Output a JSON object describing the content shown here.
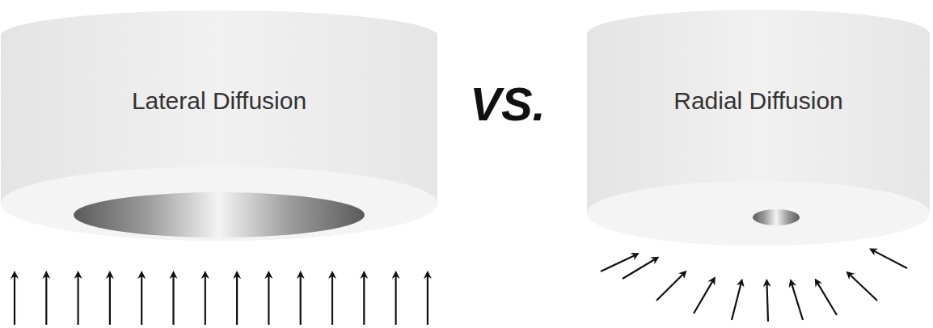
{
  "diagram": {
    "nodes": [
      {
        "text": [
          "Lateral Diffusion"
        ]
      },
      {
        "text": [
          "Radial Diffusion"
        ]
      }
    ],
    "labels": [
      "VS."
    ]
  }
}
